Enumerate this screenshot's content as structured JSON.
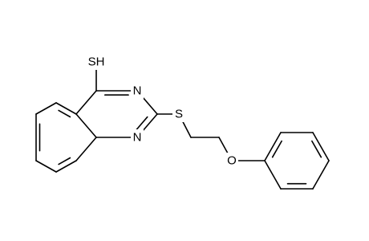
{
  "molecule": {
    "atoms": {
      "sh": "SH",
      "n3": "N",
      "n1": "N",
      "s": "S",
      "o": "O"
    }
  }
}
